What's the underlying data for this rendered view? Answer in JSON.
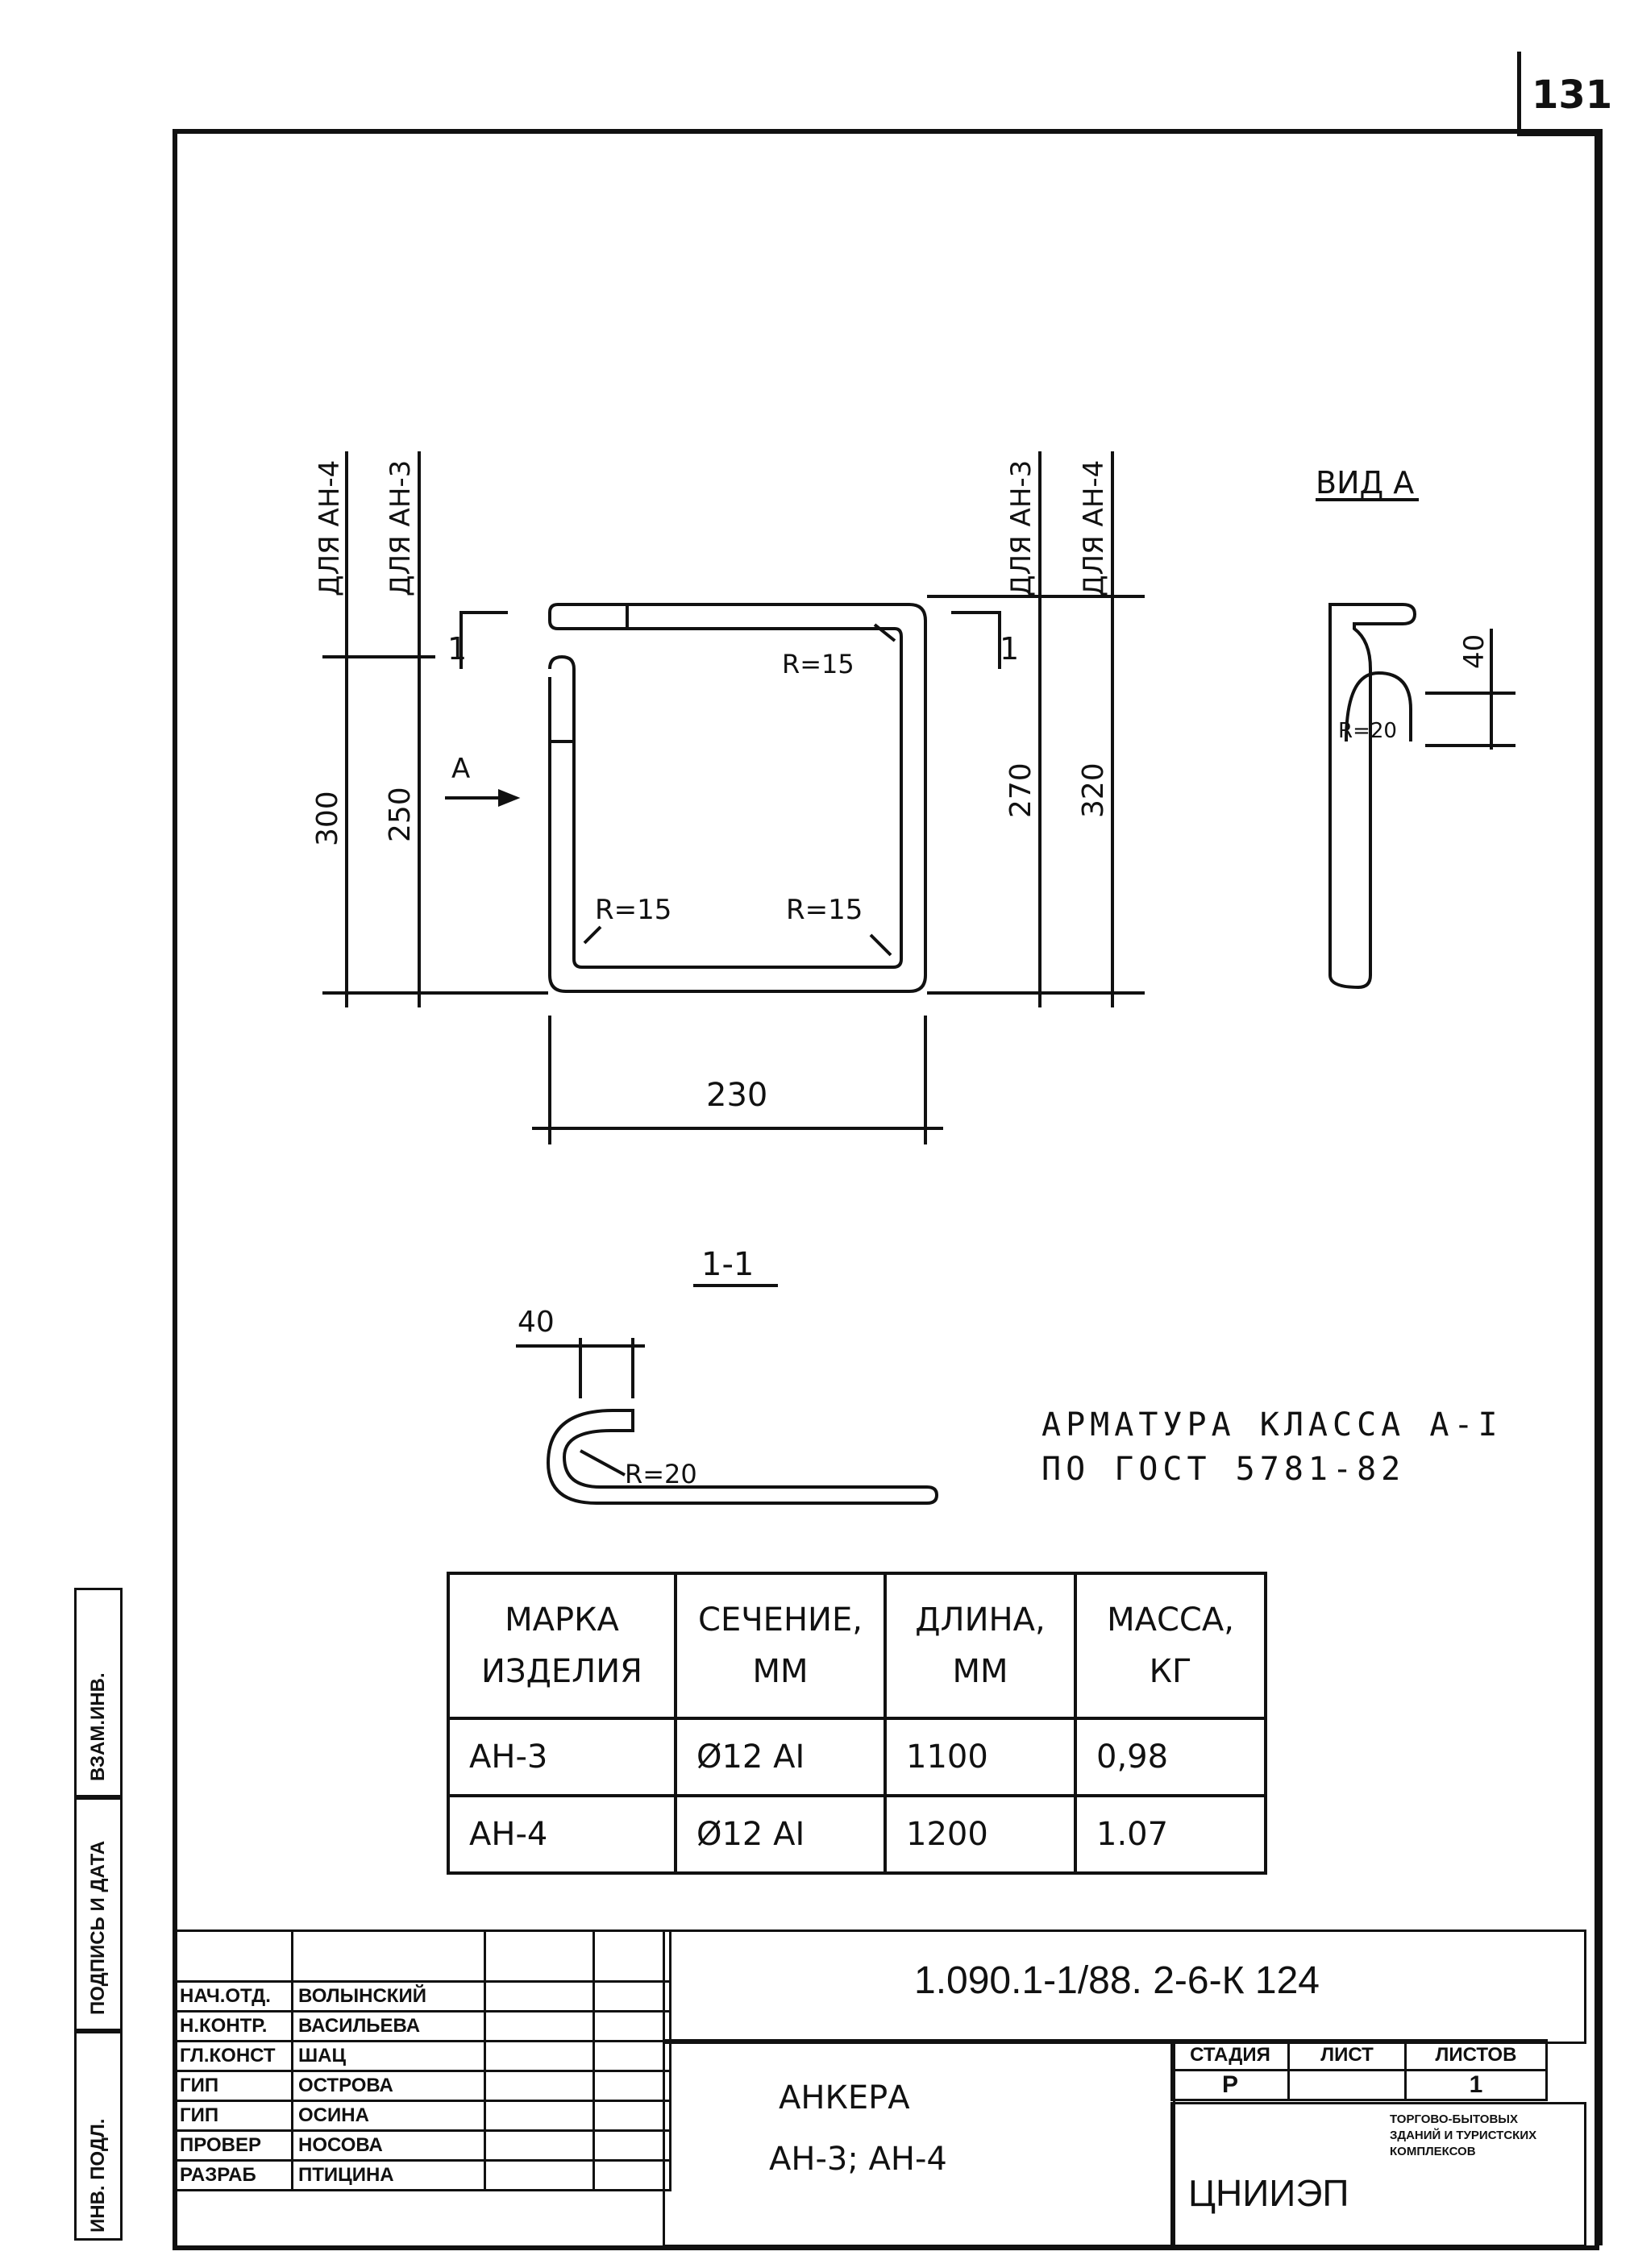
{
  "page_number": "131",
  "drawing": {
    "labels": {
      "for_an4": "ДЛЯ АН-4",
      "for_an3": "ДЛЯ АН-3",
      "dim_300": "300",
      "dim_250": "250",
      "dim_270": "270",
      "dim_320": "320",
      "dim_230": "230",
      "dim_40": "40",
      "radius_15": "R=15",
      "radius_20": "R=20",
      "section_mark": "1",
      "view_arrow": "А",
      "view_title": "ВИД А",
      "section_title": "1-1"
    },
    "note_line1": "АРМАТУРА КЛАССА А-I",
    "note_line2": "ПО ГОСТ 5781-82"
  },
  "spec_table": {
    "headers": [
      "МАРКА ИЗДЕЛИЯ",
      "СЕЧЕНИЕ, ММ",
      "ДЛИНА, ММ",
      "МАССА, КГ"
    ],
    "rows": [
      [
        "АН-3",
        "Ø12 АI",
        "1100",
        "0,98"
      ],
      [
        "АН-4",
        "Ø12 АI",
        "1200",
        "1.07"
      ]
    ]
  },
  "side_stamp": {
    "inv_no": "ВЗАМ.ИНВ.",
    "sign_date": "ПОДПИСЬ И ДАТА",
    "inv_orig": "ИНВ. ПОДЛ."
  },
  "title_block": {
    "designation": "1.090.1-1/88. 2-6-К 124",
    "title_line1": "АНКЕРА",
    "title_line2": "АН-3; АН-4",
    "stage_header": "СТАДИЯ",
    "sheet_header": "ЛИСТ",
    "sheets_header": "ЛИСТОВ",
    "stage": "Р",
    "sheet": "",
    "sheets": "1",
    "org": "ЦНИИЭП",
    "org_desc": "ТОРГОВО-БЫТОВЫХ ЗДАНИЙ И ТУРИСТСКИХ КОМПЛЕКСОВ",
    "people": [
      {
        "role": "НАЧ.ОТД.",
        "name": "ВОЛЫНСКИЙ"
      },
      {
        "role": "Н.КОНТР.",
        "name": "ВАСИЛЬЕВА"
      },
      {
        "role": "ГЛ.КОНСТ",
        "name": "ШАЦ"
      },
      {
        "role": "ГИП",
        "name": "ОСТРОВА"
      },
      {
        "role": "ГИП",
        "name": "ОСИНА"
      },
      {
        "role": "ПРОВЕР",
        "name": "НОСОВА"
      },
      {
        "role": "РАЗРАБ",
        "name": "ПТИЦИНА"
      }
    ]
  }
}
